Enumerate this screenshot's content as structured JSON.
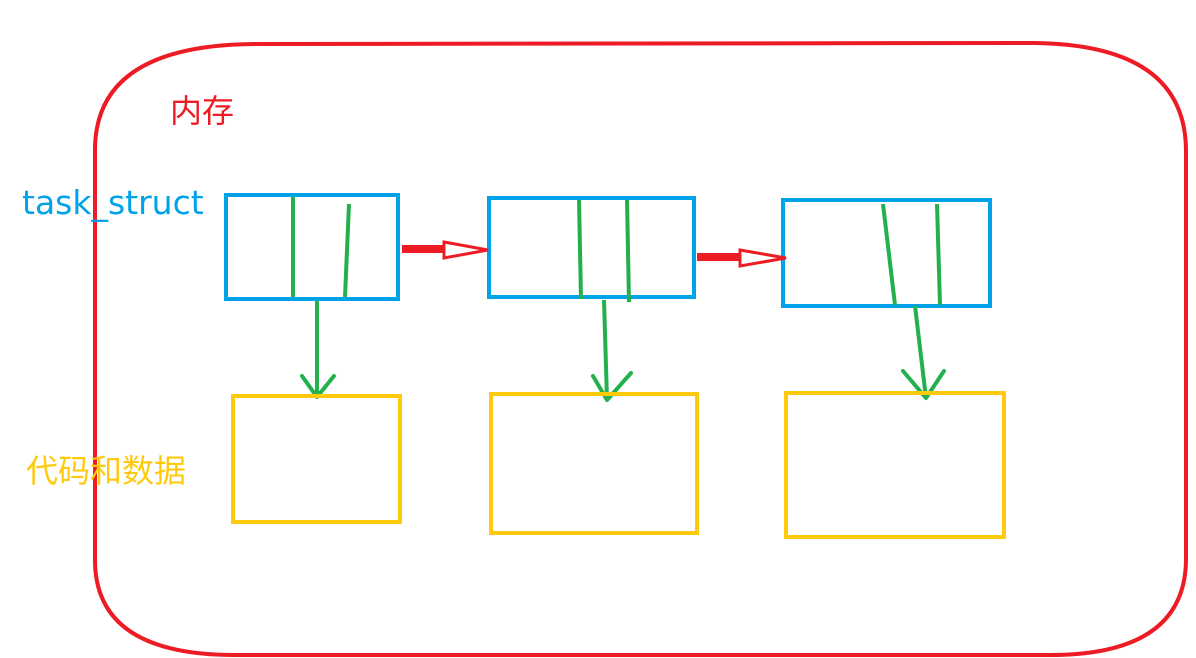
{
  "labels": {
    "memory": "内存",
    "task_struct": "task_struct",
    "code_data": "代码和数据"
  },
  "colors": {
    "memory_border": "#ed1c24",
    "task_struct_box": "#00a2e8",
    "pointer_field": "#22b14c",
    "code_data_box": "#ffc90e",
    "link_arrow": "#ed1c24"
  },
  "nodes": {
    "task_structs": 3,
    "code_data_blocks": 3
  }
}
